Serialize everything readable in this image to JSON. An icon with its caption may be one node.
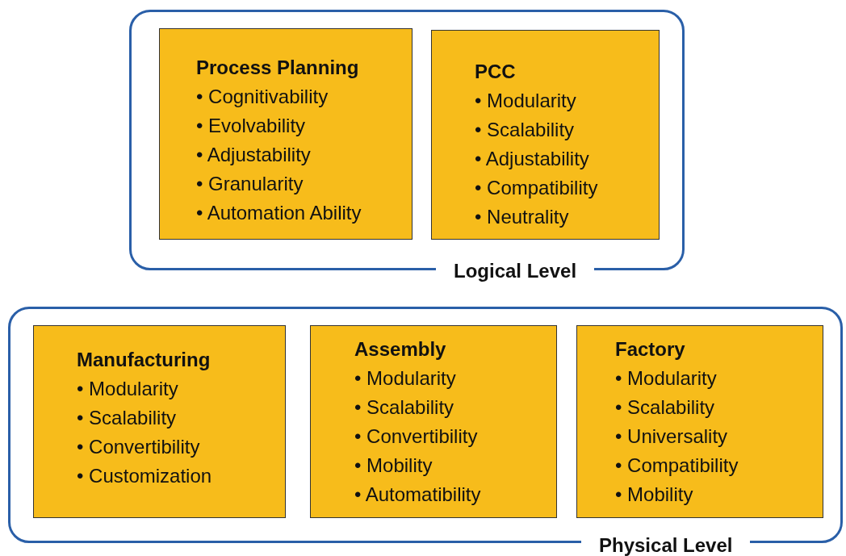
{
  "diagram": {
    "nodes": [
      {
        "text": [
          "Logical Level"
        ]
      },
      {
        "text": [
          "Process Planning",
          "• Cognitivability",
          "• Evolvability",
          "• Adjustability",
          "• Granularity",
          "• Automation Ability"
        ],
        "in": 0
      },
      {
        "text": [
          "PCC",
          "• Modularity",
          "• Scalability",
          "• Adjustability",
          "• Compatibility",
          "• Neutrality"
        ],
        "in": 0
      },
      {
        "text": [
          "Physical Level"
        ]
      },
      {
        "text": [
          "Manufacturing",
          "• Modularity",
          "• Scalability",
          "• Convertibility",
          "• Customization"
        ],
        "in": 3
      },
      {
        "text": [
          "Assembly",
          "• Modularity",
          "• Scalability",
          "• Convertibility",
          "• Mobility",
          "• Automatibility"
        ],
        "in": 3
      },
      {
        "text": [
          "Factory",
          "• Modularity",
          "• Scalability",
          "• Universality",
          "• Compatibility",
          "• Mobility"
        ],
        "in": 3
      }
    ],
    "edges": []
  }
}
